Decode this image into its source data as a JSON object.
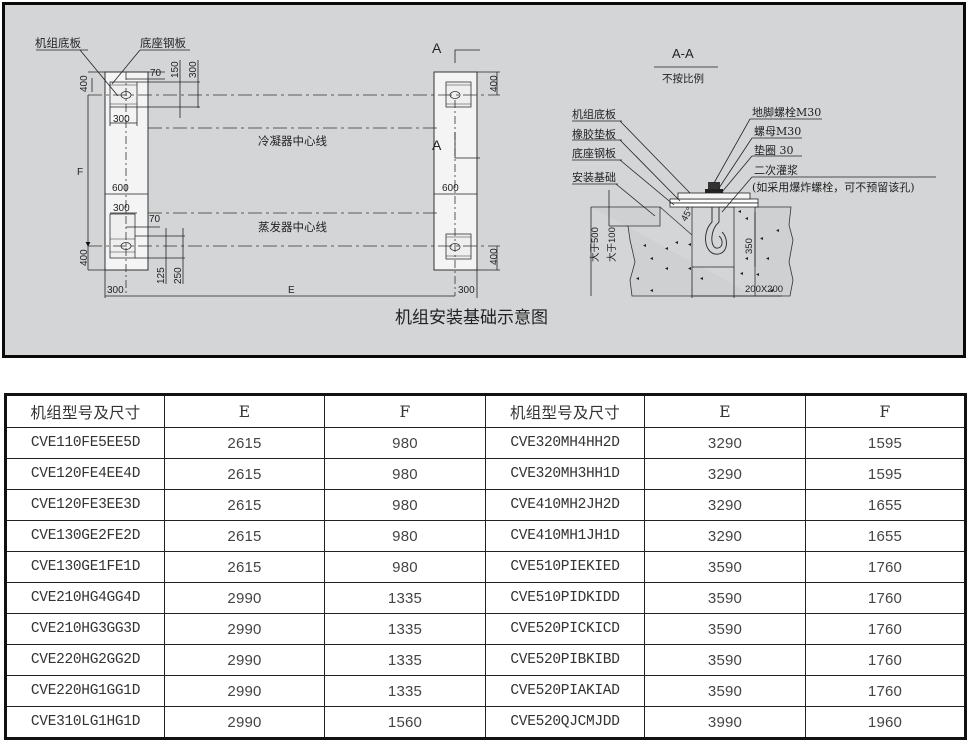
{
  "figure": {
    "title": "机组安装基础示意图",
    "plan_view": {
      "labels": {
        "unit_base_plate": "机组底板",
        "base_steel_plate": "底座钢板",
        "condenser_centerline": "冷凝器中心线",
        "evaporator_centerline": "蒸发器中心线",
        "section_mark_top": "A",
        "section_mark_bottom": "A",
        "dim_F": "F",
        "dim_E": "E"
      },
      "dimensions": {
        "top_left_400": "400",
        "top_70": "70",
        "top_150": "150",
        "top_300_v": "300",
        "top_300_h": "300",
        "width_600_left": "600",
        "bottom_300_h": "300",
        "bottom_70": "70",
        "bottom_left_400": "400",
        "bottom_125": "125",
        "bottom_250": "250",
        "left_offset_300": "300",
        "right_offset_300": "300",
        "right_top_400": "400",
        "width_600_right": "600",
        "right_bottom_400": "400"
      }
    },
    "section_view": {
      "title": "A-A",
      "subtitle": "不按比例",
      "left_labels": [
        "机组底板",
        "橡胶垫板",
        "底座钢板",
        "安装基础"
      ],
      "right_labels": [
        "地脚螺栓M30",
        "螺母M30",
        "垫圈 30",
        "二次灌浆"
      ],
      "note": "(如采用爆炸螺栓，可不预留该孔)",
      "dimensions": {
        "depth_500": "大于500",
        "depth_100": "大于100",
        "angle": "45°",
        "hole_depth": "350",
        "hole_size": "200X200"
      }
    }
  },
  "table": {
    "headers": [
      "机组型号及尺寸",
      "E",
      "F",
      "机组型号及尺寸",
      "E",
      "F"
    ],
    "rows": [
      [
        "CVE110FE5EE5D",
        "2615",
        "980",
        "CVE320MH4HH2D",
        "3290",
        "1595"
      ],
      [
        "CVE120FE4EE4D",
        "2615",
        "980",
        "CVE320MH3HH1D",
        "3290",
        "1595"
      ],
      [
        "CVE120FE3EE3D",
        "2615",
        "980",
        "CVE410MH2JH2D",
        "3290",
        "1655"
      ],
      [
        "CVE130GE2FE2D",
        "2615",
        "980",
        "CVE410MH1JH1D",
        "3290",
        "1655"
      ],
      [
        "CVE130GE1FE1D",
        "2615",
        "980",
        "CVE510PIEKIED",
        "3590",
        "1760"
      ],
      [
        "CVE210HG4GG4D",
        "2990",
        "1335",
        "CVE510PIDKIDD",
        "3590",
        "1760"
      ],
      [
        "CVE210HG3GG3D",
        "2990",
        "1335",
        "CVE520PICKICD",
        "3590",
        "1760"
      ],
      [
        "CVE220HG2GG2D",
        "2990",
        "1335",
        "CVE520PIBKIBD",
        "3590",
        "1760"
      ],
      [
        "CVE220HG1GG1D",
        "2990",
        "1335",
        "CVE520PIAKIAD",
        "3590",
        "1760"
      ],
      [
        "CVE310LG1HG1D",
        "2990",
        "1560",
        "CVE520QJCMJDD",
        "3990",
        "1960"
      ]
    ]
  },
  "colors": {
    "figure_background": "#d4d5d7",
    "frame_border": "#0a0a0a",
    "line": "#222222",
    "plate_fill": "#f4f4f4"
  }
}
